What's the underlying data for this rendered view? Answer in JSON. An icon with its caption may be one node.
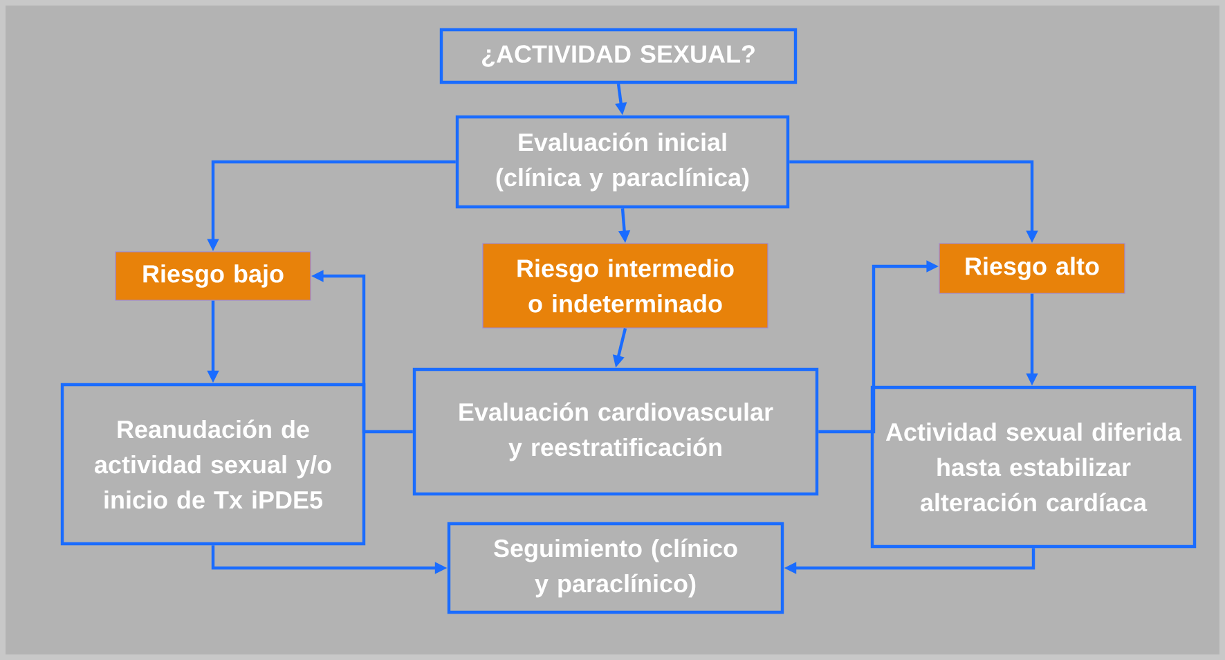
{
  "diagram": {
    "nodes": [
      {
        "text": [
          "¿ACTIVIDAD SEXUAL?"
        ]
      },
      {
        "text": [
          "Evaluación inicial (clínica y paraclínica)"
        ]
      },
      {
        "text": [
          "Riesgo bajo"
        ]
      },
      {
        "text": [
          "Riesgo intermedio o indeterminado"
        ]
      },
      {
        "text": [
          "Riesgo alto"
        ]
      },
      {
        "text": [
          "Reanudación de actividad sexual y/o inicio de Tx iPDE5"
        ]
      },
      {
        "text": [
          "Evaluación cardiovascular y reestratificación"
        ]
      },
      {
        "text": [
          "Actividad sexual diferida hasta estabilizar alteración cardíaca"
        ]
      },
      {
        "text": [
          "Seguimiento (clínico y paraclínico)"
        ]
      }
    ],
    "edges": [
      {
        "from": 0,
        "to": 1,
        "arrow": "to"
      },
      {
        "from": 1,
        "to": 2,
        "arrow": "to"
      },
      {
        "from": 1,
        "to": 3,
        "arrow": "to"
      },
      {
        "from": 1,
        "to": 4,
        "arrow": "to"
      },
      {
        "from": 2,
        "to": 5,
        "arrow": "to"
      },
      {
        "from": 3,
        "to": 6,
        "arrow": "to"
      },
      {
        "from": 4,
        "to": 7,
        "arrow": "to"
      },
      {
        "from": 6,
        "to": 2,
        "arrow": "to"
      },
      {
        "from": 6,
        "to": 4,
        "arrow": "to"
      },
      {
        "from": 5,
        "to": 8,
        "arrow": "to"
      },
      {
        "from": 7,
        "to": 8,
        "arrow": "to"
      }
    ]
  }
}
